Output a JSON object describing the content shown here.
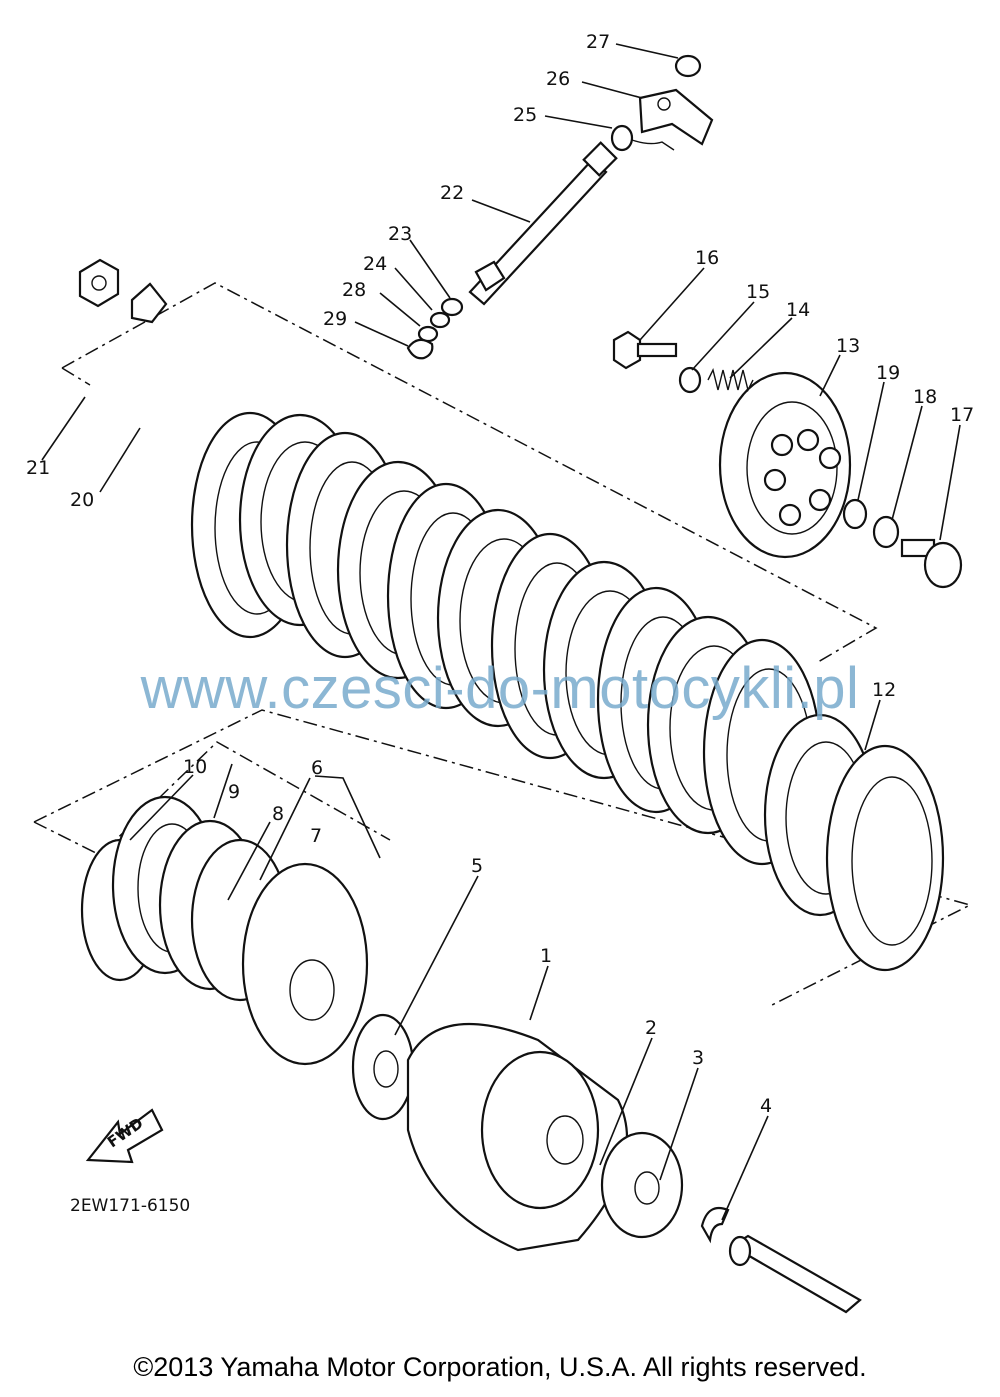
{
  "callouts": [
    "1",
    "2",
    "3",
    "4",
    "5",
    "6",
    "7",
    "8",
    "9",
    "10",
    "12",
    "13",
    "14",
    "15",
    "16",
    "17",
    "18",
    "19",
    "20",
    "21",
    "22",
    "23",
    "24",
    "25",
    "26",
    "27",
    "28",
    "29"
  ],
  "fwd_label": "FWD",
  "doc_code": "2EW171-6150",
  "watermark": "www.czesci-do-motocykli.pl",
  "copyright": "©2013 Yamaha Motor Corporation, U.S.A. All rights reserved."
}
